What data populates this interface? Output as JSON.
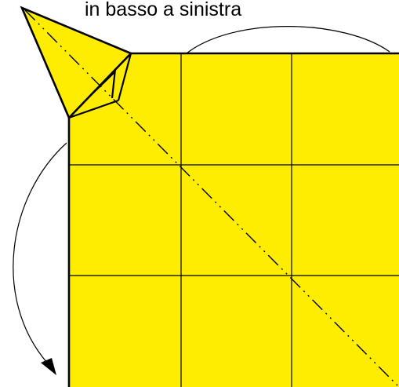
{
  "caption": "in basso a sinistra",
  "colors": {
    "paper": "#ffed00",
    "stroke": "#000000",
    "background": "#ffffff"
  },
  "grid": {
    "rows": 3,
    "columns": 3
  },
  "elements": {
    "fold_line": "dash-dot-dot",
    "arrow_direction": "down-left"
  }
}
